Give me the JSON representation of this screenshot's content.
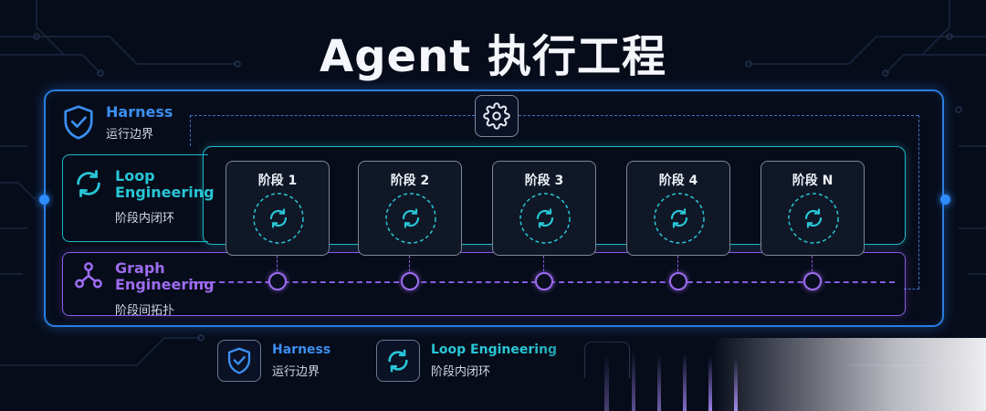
{
  "title": "Agent 执行工程",
  "harness": {
    "en": "Harness",
    "cn": "运行边界"
  },
  "loop": {
    "en_line1": "Loop",
    "en_line2": "Engineering",
    "cn": "阶段内闭环"
  },
  "graph": {
    "en_line1": "Graph",
    "en_line2": "Engineering",
    "cn": "阶段间拓扑"
  },
  "stages": [
    {
      "label": "阶段 1"
    },
    {
      "label": "阶段 2"
    },
    {
      "label": "阶段 3"
    },
    {
      "label": "阶段 4"
    },
    {
      "label": "阶段 N"
    }
  ],
  "legend": [
    {
      "en": "Harness",
      "cn": "运行边界",
      "icon": "shield-check-icon"
    },
    {
      "en": "Loop Engineering",
      "cn": "阶段内闭环",
      "icon": "refresh-cycle-icon"
    }
  ],
  "colors": {
    "harness": "#3b8ff0",
    "loop": "#28c6d6",
    "graph": "#9d6cf0",
    "background": "#070c1a"
  }
}
